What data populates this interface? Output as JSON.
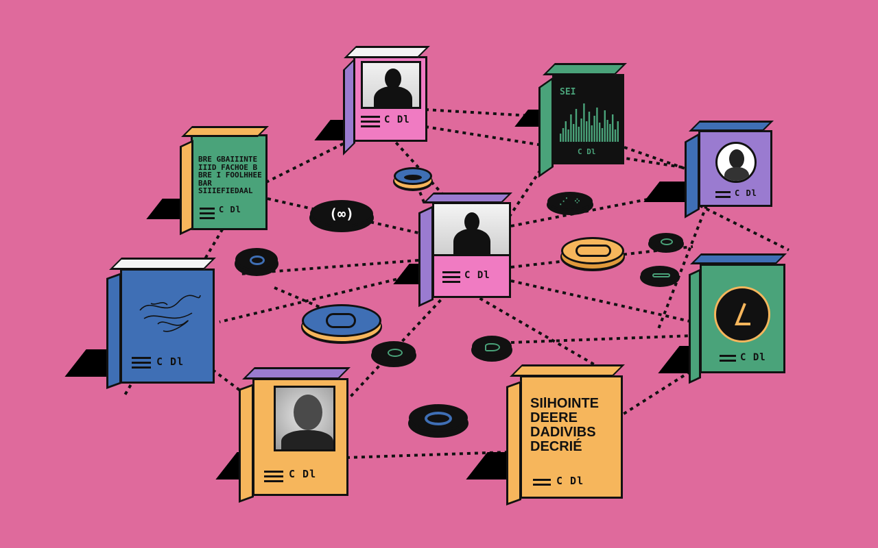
{
  "colors": {
    "background": "#df6a9c",
    "purple": "#9a7bd0",
    "pink": "#f07bc2",
    "green": "#4aa37a",
    "yellow": "#f6b65c",
    "blue": "#3f6fb5",
    "black": "#111111"
  },
  "cards": {
    "top_profile": {
      "label": "C Dl",
      "icon": "person-silhouette-icon"
    },
    "chart": {
      "header": "SEI",
      "label": "C Dl",
      "icon": "bar-chart-icon"
    },
    "text_card": {
      "text": "BRE GBAIIINTE\nIIID FACHOE B\nBRE I FOOLHHEE\nBAR SIIIEFIEDAAL",
      "label": "C Dl"
    },
    "portrait_right": {
      "label": "C Dl",
      "icon": "portrait-icon"
    },
    "center_profile": {
      "label": "C Dl",
      "icon": "person-silhouette-icon"
    },
    "blue_card": {
      "label": "C Dl",
      "icon": "sketch-icon"
    },
    "green_card": {
      "label": "C Dl",
      "icon": "letter-l-icon"
    },
    "yellow_profile": {
      "label": "C Dl",
      "icon": "face-photo-icon"
    },
    "yellow_text": {
      "text": "SIlHOINTE\nDEERE\nDADIVIBS\nDECRIÉ",
      "label": "C Dl"
    }
  },
  "coins": {
    "coin_infinity": {
      "glyph": "(∞)"
    },
    "coin_dots": {
      "glyph": "⋰ ⁘"
    }
  }
}
